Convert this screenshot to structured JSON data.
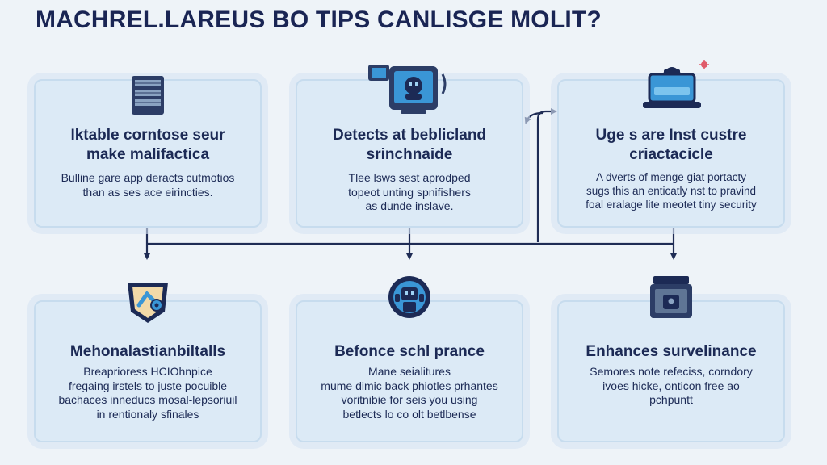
{
  "page": {
    "title": "MACHREL.LAREUS BO TIPS CANLISGE MOLIT?"
  },
  "cards": [
    {
      "title_lines": [
        "Iktable corntose seur",
        "make malifactica"
      ],
      "desc_lines": [
        "Bulline gare app deracts cutmotios",
        "than as ses ace eirincties."
      ],
      "icon": "server-stack-icon"
    },
    {
      "title_lines": [
        "Detects at beblicland",
        "srinchnaide"
      ],
      "desc_lines": [
        "Tlee lsws sest aprodped",
        "topeot unting spnifishers",
        "as dunde inslave."
      ],
      "icon": "monitor-robot-icon"
    },
    {
      "title_lines": [
        "Uge s are Inst custre",
        "criactacicle"
      ],
      "desc_lines": [
        "A dverts of menge giat portacty",
        "sugs this an enticatly nst to pravind",
        "foal eralage lite meotet tiny security"
      ],
      "icon": "hacker-laptop-icon"
    },
    {
      "title_lines": [
        "Mehonalastianbiltalls"
      ],
      "desc_lines": [
        "Breaprioress HCIOhnpice",
        "fregaing irstels to juste pocuible",
        "bachaces inneducs mosal-lepsoriuil",
        "in rentionaly sfinales"
      ],
      "icon": "shield-gear-icon"
    },
    {
      "title_lines": [
        "Befonce schl prance"
      ],
      "desc_lines": [
        "Mane seialitures",
        "mume dimic back phiotles prhantes",
        "voritnibie for seis you using",
        "betlects lo co olt betlbense"
      ],
      "icon": "robot-badge-icon"
    },
    {
      "title_lines": [
        "Enhances survelinance"
      ],
      "desc_lines": [
        "Semores note refeciss, corndory",
        "ivoes hicke, onticon free ao",
        "pchpuntt"
      ],
      "icon": "lock-screen-icon"
    }
  ],
  "colors": {
    "background": "#eef3f8",
    "card_bg": "#dceaf6",
    "card_border": "#c7dcee",
    "text": "#1c2a55",
    "connector": "#1f2c55",
    "accent_blue": "#3a96d6"
  }
}
